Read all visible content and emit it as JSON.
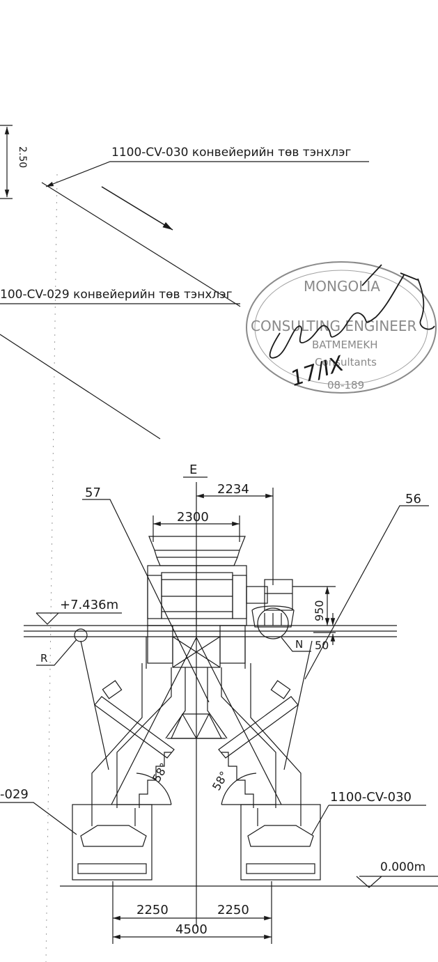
{
  "labels": {
    "conveyor_030_centerline": "1100-CV-030 конвейерийн төв тэнхлэг",
    "conveyor_029_centerline": "100-CV-029 конвейерийн төв тэнхлэг",
    "section_mark": "E",
    "callout_57": "57",
    "callout_56": "56",
    "dim_2234": "2234",
    "dim_2300": "2300",
    "elevation_top": "+7.436m",
    "dim_950": "950",
    "dim_50": "50",
    "callout_R": "R",
    "callout_N": "N",
    "angle_left": "58°",
    "angle_right": "58°",
    "conveyor_left": "-029",
    "conveyor_right": "1100-CV-030",
    "elevation_ground": "0.000m",
    "dim_2250_left": "2250",
    "dim_2250_right": "2250",
    "dim_4500": "4500",
    "dim_top_left": "2.50"
  },
  "stamp": {
    "line1": "MONGOLIA",
    "line2": "CONSULTING ENGINEER",
    "line3": "BATMEMEKH",
    "line4": "Consultants",
    "line5": "08-189",
    "date_handwritten": "17/IX"
  },
  "colors": {
    "ink": "#1a1a1a",
    "stamp": "#8a8a8a"
  }
}
